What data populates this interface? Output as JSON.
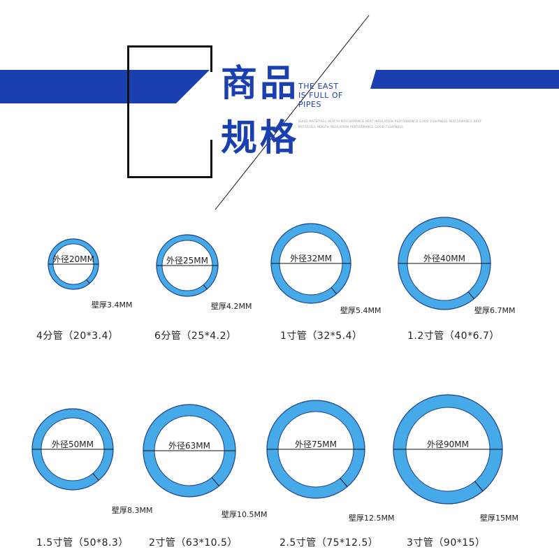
{
  "header": {
    "title_line1": "商品",
    "title_line2": "规格",
    "english_line1": "THE EAST",
    "english_line2": "IS FULL OF",
    "english_line3": "PIPES",
    "fine_print_1": "BUILD MATERIALS HEALTH PERFORMANCE HEAT INSULATION PERFORMANCE GOOD TIGHTNESS PERFORMANCE BEST",
    "fine_print_2": "MATERIALS HEALTH INSULATION PERFORMANCE GOOD TIGHTNESS",
    "accent_color": "#1a3fb0"
  },
  "colors": {
    "ring_fill": "#46a9e8",
    "ring_outline": "#1c3f8f",
    "line": "#111111"
  },
  "pipes": [
    {
      "od_label": "外径20MM",
      "wall_label": "壁厚3.4MM",
      "caption": "4分管（20*3.4）",
      "od_mm": 20,
      "wall_mm": 3.4
    },
    {
      "od_label": "外径25MM",
      "wall_label": "壁厚4.2MM",
      "caption": "6分管（25*4.2）",
      "od_mm": 25,
      "wall_mm": 4.2
    },
    {
      "od_label": "外径32MM",
      "wall_label": "壁厚5.4MM",
      "caption": "1寸管（32*5.4）",
      "od_mm": 32,
      "wall_mm": 5.4
    },
    {
      "od_label": "外径40MM",
      "wall_label": "壁厚6.7MM",
      "caption": "1.2寸管（40*6.7）",
      "od_mm": 40,
      "wall_mm": 6.7
    },
    {
      "od_label": "外径50MM",
      "wall_label": "壁厚8.3MM",
      "caption": "1.5寸管（50*8.3）",
      "od_mm": 50,
      "wall_mm": 8.3
    },
    {
      "od_label": "外径63MM",
      "wall_label": "壁厚10.5MM",
      "caption": "2寸管（63*10.5）",
      "od_mm": 63,
      "wall_mm": 10.5
    },
    {
      "od_label": "外径75MM",
      "wall_label": "壁厚12.5MM",
      "caption": "2.5寸管（75*12.5）",
      "od_mm": 75,
      "wall_mm": 12.5
    },
    {
      "od_label": "外径90MM",
      "wall_label": "壁厚15MM",
      "caption": "3寸管（90*15）",
      "od_mm": 90,
      "wall_mm": 15
    }
  ]
}
